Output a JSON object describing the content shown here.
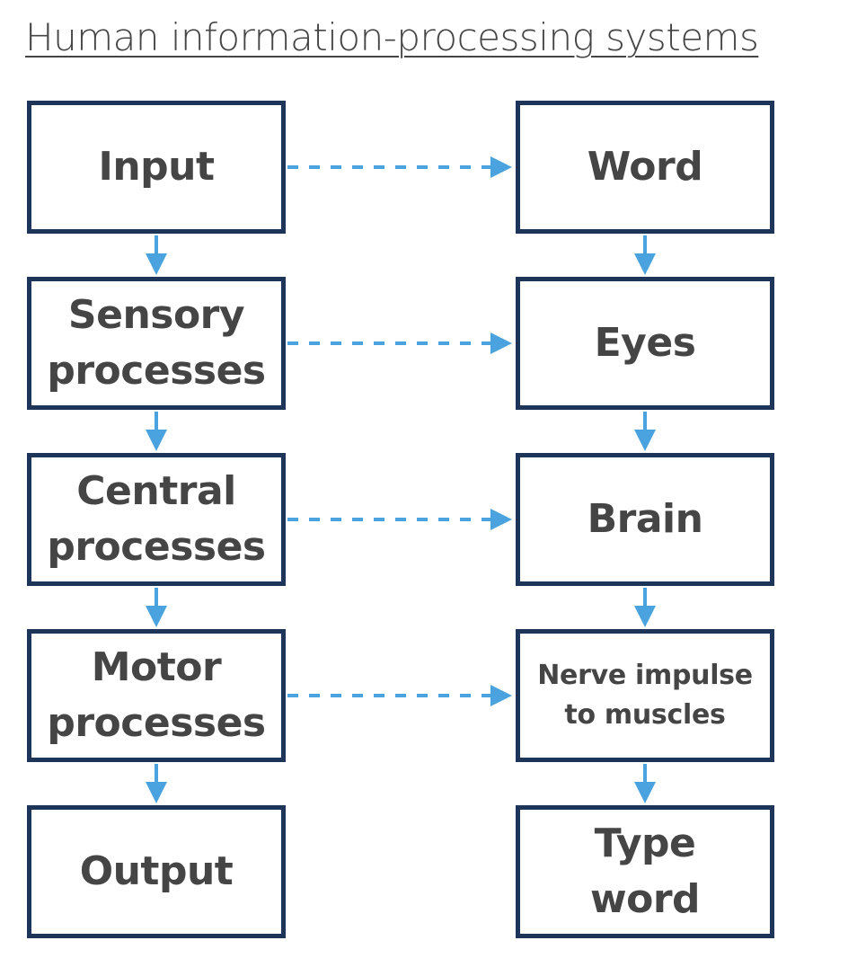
{
  "title": "Human information-processing systems",
  "stages": [
    {
      "left": "Input",
      "right": "Word"
    },
    {
      "left": "Sensory\nprocesses",
      "right": "Eyes"
    },
    {
      "left": "Central\nprocesses",
      "right": "Brain"
    },
    {
      "left": "Motor\nprocesses",
      "right": "Nerve impulse\nto muscles"
    },
    {
      "left": "Output",
      "right": "Type\nword"
    }
  ],
  "colors": {
    "box_border": "#1c3559",
    "arrow": "#4aa3df",
    "text": "#454545"
  }
}
